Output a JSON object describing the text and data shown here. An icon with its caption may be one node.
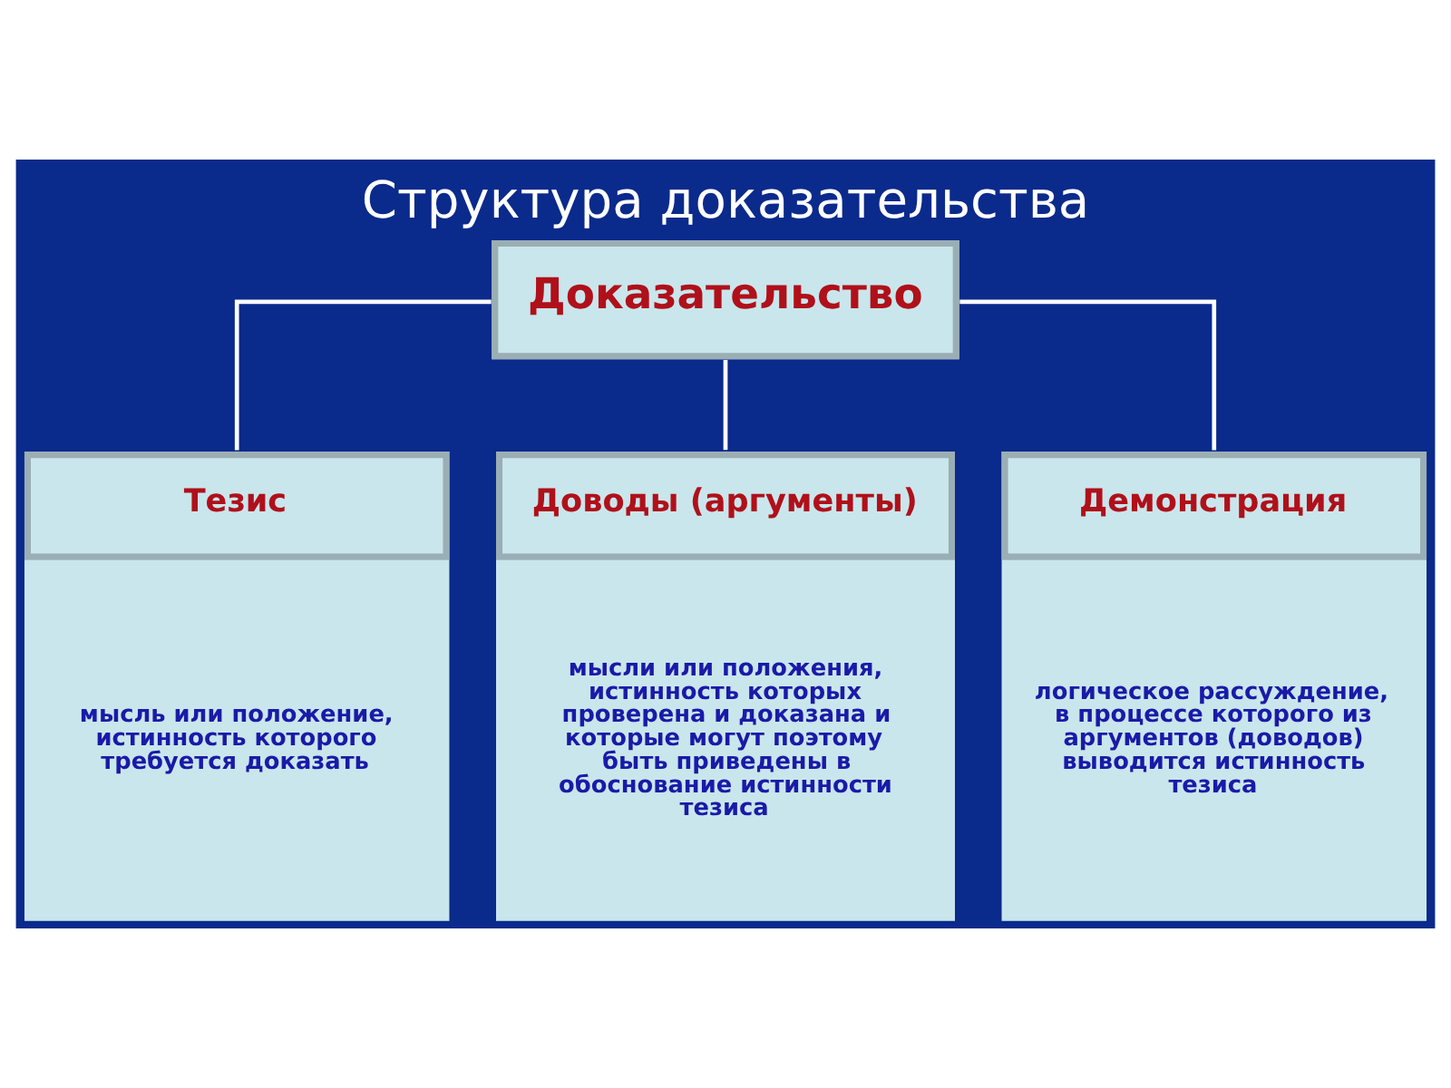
{
  "diagram": {
    "title": "Структура доказательства",
    "nodes": [
      {
        "text": [
          "Доказательство"
        ]
      },
      {
        "text": [
          "Тезис",
          "мысль или положение, истинность которого требуется доказать"
        ]
      },
      {
        "text": [
          "Доводы (аргументы)",
          "мысли или положения, истинность которых проверена и доказана и которые могут поэтому быть приведены в обоснование истинности тезиса"
        ]
      },
      {
        "text": [
          "Демонстрация",
          "логическое рассуждение, в процессе которого из аргументов (доводов) выводится истинность тезиса"
        ]
      }
    ],
    "edges": [
      {
        "from": 0,
        "to": 1,
        "arrow": "none"
      },
      {
        "from": 0,
        "to": 2,
        "arrow": "none"
      },
      {
        "from": 0,
        "to": 3,
        "arrow": "none"
      }
    ]
  }
}
